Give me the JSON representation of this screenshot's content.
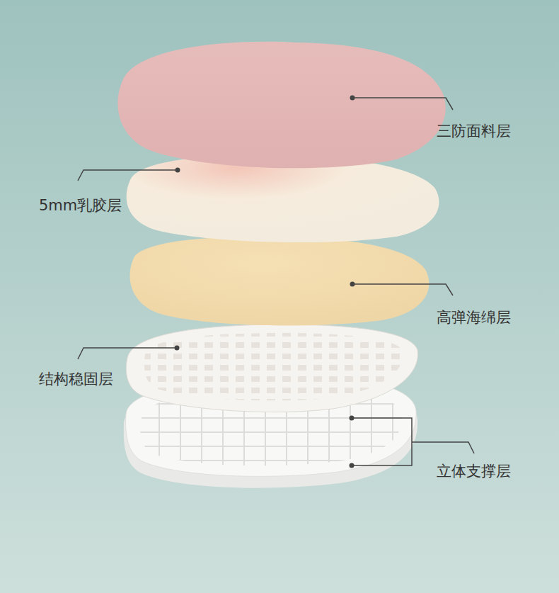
{
  "diagram": {
    "labels": [
      "三防面料层",
      "5mm乳胶层",
      "高弹海绵层",
      "结构稳固层",
      "立体支撑层"
    ]
  }
}
